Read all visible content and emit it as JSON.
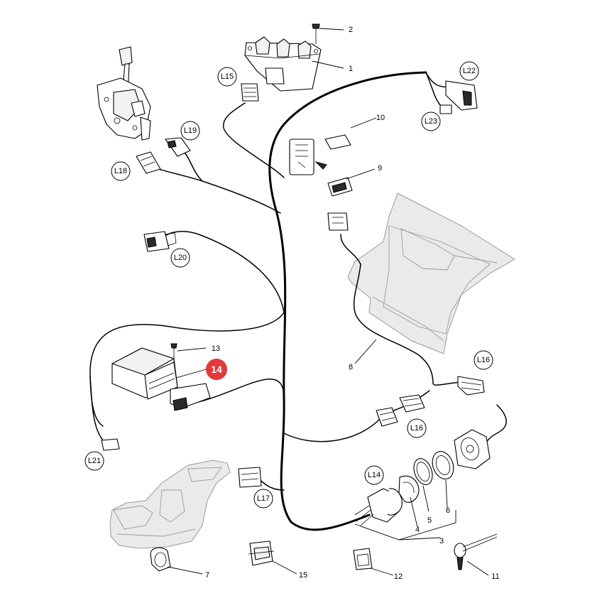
{
  "diagram": {
    "connectors": [
      "L14",
      "L15",
      "L16",
      "L16",
      "L17",
      "L18",
      "L19",
      "L20",
      "L21",
      "L22",
      "L23"
    ],
    "part_numbers": [
      "1",
      "2",
      "3",
      "4",
      "5",
      "6",
      "7",
      "8",
      "9",
      "10",
      "11",
      "12",
      "13",
      "15"
    ],
    "highlight": {
      "label": "14",
      "color": "#e03a3a"
    }
  }
}
